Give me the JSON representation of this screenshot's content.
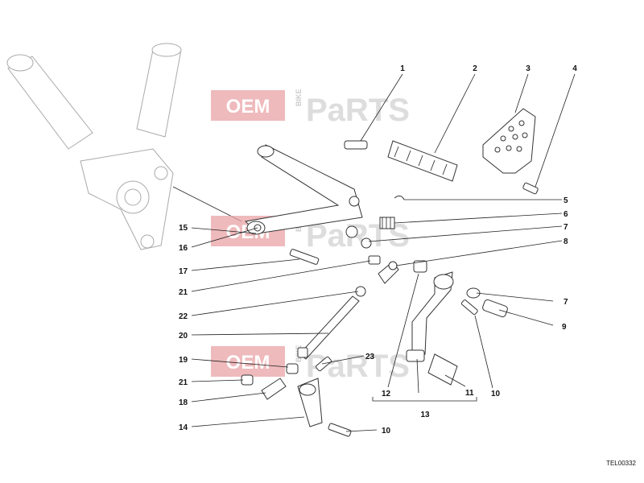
{
  "watermark": {
    "oem": "OEM",
    "bike": "BIKE",
    "parts": "PaRTS"
  },
  "drawing_code": "TEL00332",
  "callouts": {
    "c1": "1",
    "c2": "2",
    "c3": "3",
    "c4": "4",
    "c5": "5",
    "c6": "6",
    "c7a": "7",
    "c7b": "7",
    "c8": "8",
    "c9": "9",
    "c10a": "10",
    "c10b": "10",
    "c11": "11",
    "c12": "12",
    "c13": "13",
    "c14": "14",
    "c15": "15",
    "c16": "16",
    "c17": "17",
    "c18": "18",
    "c19": "19",
    "c20": "20",
    "c21a": "21",
    "c21b": "21",
    "c22": "22",
    "c23": "23"
  }
}
